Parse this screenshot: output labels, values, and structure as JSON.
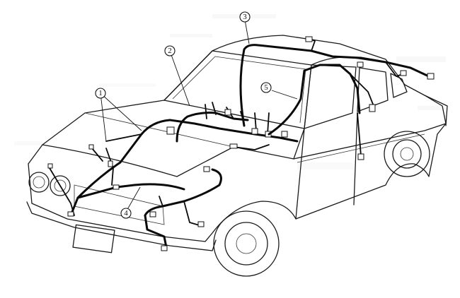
{
  "callouts": [
    {
      "id": "harness-1",
      "label": "1"
    },
    {
      "id": "harness-2",
      "label": "2"
    },
    {
      "id": "harness-3",
      "label": "3"
    },
    {
      "id": "harness-4",
      "label": "4"
    },
    {
      "id": "harness-5",
      "label": "5"
    }
  ],
  "colors": {
    "line": "#1a1a1a",
    "background": "#ffffff",
    "harness": "#0a0a0a"
  }
}
